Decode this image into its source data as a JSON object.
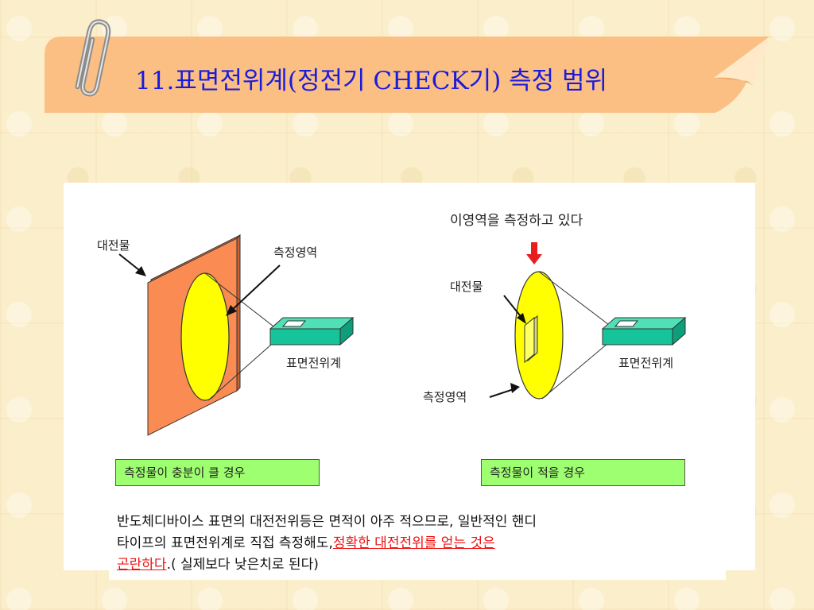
{
  "slide": {
    "title": "11.표면전위계(정전기 CHECK기) 측정 범위"
  },
  "left_figure": {
    "object_label": "대전물",
    "area_label": "측정영역",
    "meter_label": "표면전위계",
    "caption": "측정물이 충분이 클 경우"
  },
  "right_figure": {
    "top_note": "이영역을 측정하고 있다",
    "object_label": "대전물",
    "area_label": "측정영역",
    "meter_label": "표면전위계",
    "caption": "측정물이 적을 경우"
  },
  "body": {
    "line1": "반도체디바이스 표면의 대전전위등은  면적이 아주 적으므로, 일반적인 핸디",
    "line2_plain": "타이프의 표면전위계로 직접 측정해도,",
    "line2_red": "정확한 대전전위를 얻는 것은",
    "line3_red": "곤란하다",
    "line3_plain": ".( 실제보다 낮은치로 된다)"
  },
  "colors": {
    "title": "#1b1bdc",
    "banner": "#fbbf84",
    "plate": "#f98b53",
    "ellipse": "#ffff00",
    "meter": "#17c49a",
    "caption": "#9eff70",
    "arrow": "#e81d1d",
    "emphasis": "#ee1111"
  },
  "icons": [
    "paperclip-icon",
    "red-down-arrow-icon"
  ]
}
